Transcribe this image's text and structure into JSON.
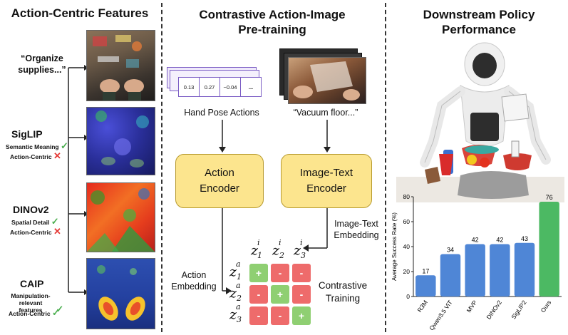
{
  "panel1": {
    "title": "Action-Centric Features",
    "prompt": "“Organize supplies...”",
    "methods": [
      {
        "name": "SigLIP",
        "criteria": [
          {
            "label": "Semantic Meaning",
            "status": "check"
          },
          {
            "label": "Action-Centric",
            "status": "cross"
          }
        ]
      },
      {
        "name": "DINOv2",
        "criteria": [
          {
            "label": "Spatial Detail",
            "status": "check"
          },
          {
            "label": "Action-Centric",
            "status": "cross"
          }
        ]
      },
      {
        "name": "CAIP",
        "criteria": [
          {
            "label": "Manipulation-relevant features",
            "status": "check"
          },
          {
            "label": "Action-Centric",
            "status": "check"
          }
        ]
      }
    ]
  },
  "panel2": {
    "title": "Contrastive Action-Image Pre-training",
    "hand_pose_values": [
      "0.13",
      "0.27",
      "−0.04",
      "..."
    ],
    "hand_pose_label": "Hand Pose Actions",
    "video_prompt": "“Vacuum floor...”",
    "action_encoder": "Action Encoder",
    "image_text_encoder": "Image-Text Encoder",
    "image_text_embedding": "Image-Text Embedding",
    "action_embedding": "Action Embedding",
    "contrastive_training": "Contrastive Training",
    "matrix": [
      [
        "+",
        "-",
        "-"
      ],
      [
        "-",
        "+",
        "-"
      ],
      [
        "-",
        "-",
        "+"
      ]
    ],
    "colors": {
      "encoder_fill": "#fce58e",
      "positive": "#8fcf72",
      "negative": "#ee6b6b",
      "action_card_border": "#7a5cc4"
    }
  },
  "panel3": {
    "title": "Downstream Policy Performance"
  },
  "chart_data": {
    "type": "bar",
    "categories": [
      "R3M",
      "Qwen3.5 ViT",
      "MVP",
      "DINOv2",
      "SigLIP2",
      "Ours"
    ],
    "values": [
      17,
      34,
      42,
      42,
      43,
      76
    ],
    "ylabel": "Average Success Rate (%)",
    "xlabel": "",
    "title": "",
    "ylim": [
      0,
      80
    ],
    "yticks": [
      0,
      20,
      40,
      60,
      80
    ],
    "grid": false,
    "colors": {
      "baseline": "#4f86d6",
      "ours": "#4cb963"
    }
  }
}
